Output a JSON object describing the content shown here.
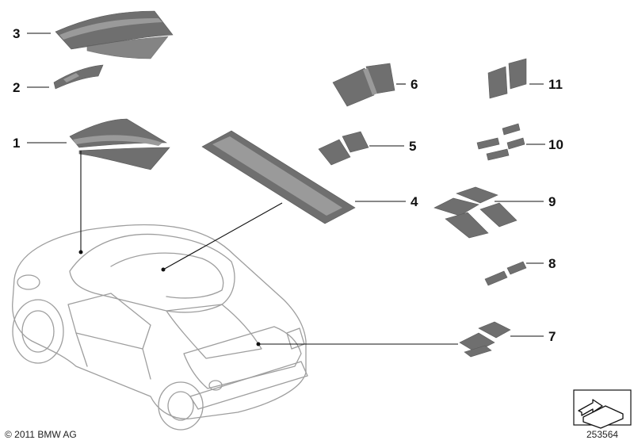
{
  "callouts": {
    "n1": "1",
    "n2": "2",
    "n3": "3",
    "n4": "4",
    "n5": "5",
    "n6": "6",
    "n7": "7",
    "n8": "8",
    "n9": "9",
    "n10": "10",
    "n11": "11"
  },
  "footer": {
    "copyright": "© 2011 BMW AG",
    "image_number": "253564"
  },
  "colors": {
    "stripe": "#6f6f6f",
    "car_outline": "#9e9e9e",
    "leader": "#111111"
  },
  "icons": {
    "nav_arrow": "navigation-arrow-icon"
  }
}
